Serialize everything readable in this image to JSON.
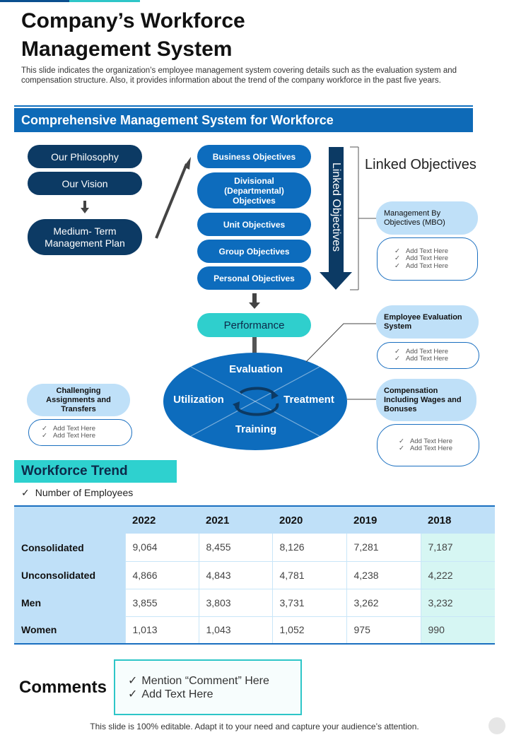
{
  "header": {
    "title_line1": "Company’s Workforce",
    "title_line2": "Management System",
    "subtitle": "This slide indicates the organization’s employee management system covering details such as the evaluation system and compensation structure. Also, it provides information about the trend of the company workforce in the past five years."
  },
  "section1": {
    "title": "Comprehensive Management System for Workforce",
    "left": [
      "Our Philosophy",
      "Our Vision",
      "Medium- Term Management Plan"
    ],
    "objectives": [
      "Business Objectives",
      "Divisional (Departmental) Objectives",
      "Unit Objectives",
      "Group Objectives",
      "Personal Objectives"
    ],
    "arrow_label": "Linked Objectives",
    "linked_label": "Linked Objectives",
    "mbo": {
      "label": "Management By Objectives (MBO)",
      "items": [
        "Add Text Here",
        "Add Text Here",
        "Add Text Here"
      ]
    },
    "performance": "Performance",
    "cycle": {
      "top": "Evaluation",
      "left": "Utilization",
      "right": "Treatment",
      "bottom": "Training"
    },
    "employee_eval": {
      "label": "Employee Evaluation System",
      "items": [
        "Add Text Here",
        "Add Text Here"
      ]
    },
    "compensation": {
      "label": "Compensation Including Wages and Bonuses",
      "items": [
        "Add Text Here",
        "Add Text Here"
      ]
    },
    "challenging": {
      "label": "Challenging Assignments and Transfers",
      "items": [
        "Add Text Here",
        "Add Text Here"
      ]
    }
  },
  "workforce": {
    "title": "Workforce Trend",
    "subtitle": "Number of Employees",
    "columns": [
      "2022",
      "2021",
      "2020",
      "2019",
      "2018"
    ],
    "rows": [
      {
        "label": "Consolidated",
        "values": [
          "9,064",
          "8,455",
          "8,126",
          "7,281",
          "7,187"
        ]
      },
      {
        "label": "Unconsolidated",
        "values": [
          "4,866",
          "4,843",
          "4,781",
          "4,238",
          "4,222"
        ]
      },
      {
        "label": "Men",
        "values": [
          "3,855",
          "3,803",
          "3,731",
          "3,262",
          "3,232"
        ]
      },
      {
        "label": "Women",
        "values": [
          "1,013",
          "1,043",
          "1,052",
          "975",
          "990"
        ]
      }
    ]
  },
  "comments": {
    "label": "Comments",
    "items": [
      "Mention “Comment” Here",
      "Add Text Here"
    ]
  },
  "footer": "This slide is 100% editable. Adapt it to your need and capture your audience’s attention.",
  "colors": {
    "dark_navy": "#0c3a64",
    "primary_blue": "#0d6cbd",
    "light_blue": "#bfe0f8",
    "teal": "#2ed1cf"
  }
}
